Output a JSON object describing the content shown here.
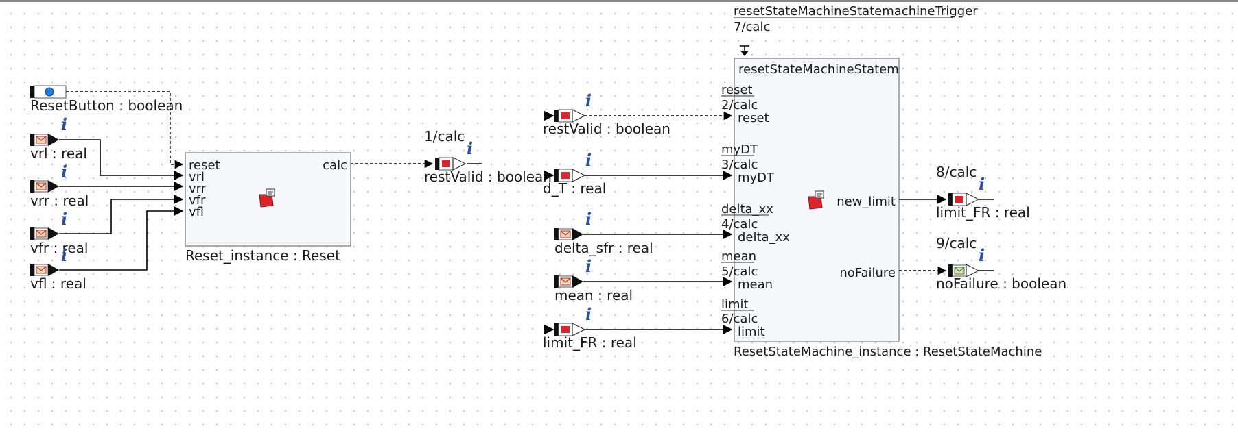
{
  "inputs": {
    "reset_button": "ResetButton : boolean",
    "vrl": "vrl : real",
    "vrr": "vrr : real",
    "vfr": "vfr : real",
    "vfl": "vfl : real",
    "rest_valid_in": "restValid : boolean",
    "d_t": "d_T : real",
    "delta_sfr": "delta_sfr : real",
    "mean": "mean : real",
    "limit_fr_in": "limit_FR : real"
  },
  "reset_block": {
    "instance": "Reset_instance : Reset",
    "ports_in": [
      "reset",
      "vrl",
      "vrr",
      "vfr",
      "vfl"
    ],
    "port_out": "calc"
  },
  "rest_valid_out": {
    "calc": "1/calc",
    "label": "restValid : boolean"
  },
  "state_machine": {
    "trigger": "resetStateMachineStatemachineTrigger",
    "trigger_calc": "7/calc",
    "header": "resetStateMachineStatemachine",
    "instance": "ResetStateMachine_instance : ResetStateMachine",
    "ports_in": [
      {
        "name": "reset",
        "top": "reset",
        "calc": "2/calc"
      },
      {
        "name": "myDT",
        "top": "myDT",
        "calc": "3/calc"
      },
      {
        "name": "delta_xx",
        "top": "delta_xx",
        "calc": "4/calc"
      },
      {
        "name": "mean",
        "top": "mean",
        "calc": "5/calc"
      },
      {
        "name": "limit",
        "top": "limit",
        "calc": "6/calc"
      }
    ],
    "ports_out": [
      "new_limit",
      "noFailure"
    ]
  },
  "outputs": {
    "limit_fr": {
      "calc": "8/calc",
      "label": "limit_FR : real"
    },
    "no_failure": {
      "calc": "9/calc",
      "label": "noFailure : boolean"
    }
  },
  "info_glyph": "i",
  "colors": {
    "info": "#2b4fa3",
    "port_red": "#d9262b",
    "button_blue": "#1e7fd8"
  }
}
